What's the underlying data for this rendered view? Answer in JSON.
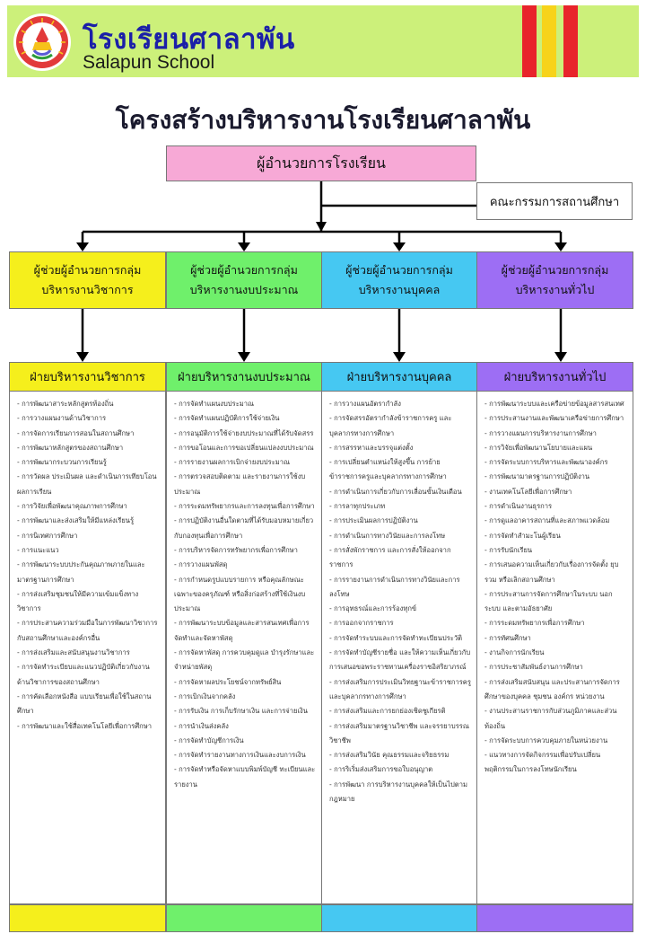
{
  "header": {
    "school_name_th": "โรงเรียนศาลาพัน",
    "school_name_en": "Salapun School",
    "banner_color": "#ccf07a",
    "stripes": [
      "#e8242b",
      "#f7d31a",
      "#e8242b"
    ]
  },
  "title": "โครงสร้างบริหารงานโรงเรียนศาลาพัน",
  "director": {
    "label": "ผู้อำนวยการโรงเรียน",
    "color": "#f7a9d6"
  },
  "committee": {
    "label": "คณะกรรมการสถานศึกษา"
  },
  "assistants": [
    {
      "line1": "ผู้ช่วยผู้อำนวยการกลุ่ม",
      "line2": "บริหารงานวิชาการ",
      "color": "#f5ef1c"
    },
    {
      "line1": "ผู้ช่วยผู้อำนวยการกลุ่ม",
      "line2": "บริหารงานงบประมาณ",
      "color": "#6ff06b"
    },
    {
      "line1": "ผู้ช่วยผู้อำนวยการกลุ่ม",
      "line2": "บริหารงานบุคคล",
      "color": "#46c8f2"
    },
    {
      "line1": "ผู้ช่วยผู้อำนวยการกลุ่ม",
      "line2": "บริหารงานทั่วไป",
      "color": "#9d6ef4"
    }
  ],
  "divisions": [
    {
      "title": "ฝ่ายบริหารงานวิชาการ",
      "color": "#f5ef1c",
      "items": [
        "- การพัฒนาสาระหลักสูตรท้องถิ่น",
        "- การวางแผนงานด้านวิชาการ",
        "- การจัดการเรียนการสอนในสถานศึกษา",
        "- การพัฒนาหลักสูตรของสถานศึกษา",
        "- การพัฒนากระบวนการเรียนรู้",
        "- การวัดผล ประเมินผล และดำเนินการเทียบโอนผลการเรียน",
        "- การวิจัยเพื่อพัฒนาคุณภาพการศึกษา",
        "- การพัฒนาและส่งเสริมให้มีแหล่งเรียนรู้",
        "- การนิเทศการศึกษา",
        "- การแนะแนว",
        "- การพัฒนาระบบประกันคุณภาพภายในและมาตรฐานการศึกษา",
        "- การส่งเสริมชุมชนให้มีความเข้มแข็งทางวิชาการ",
        "- การประสานความร่วมมือในการพัฒนาวิชาการกับสถานศึกษาและองค์กรอื่น",
        "- การส่งเสริมและสนับสนุนงานวิชาการ",
        "- การจัดทำระเบียบและแนวปฏิบัติเกี่ยวกับงานด้านวิชาการของสถานศึกษา",
        "- การคัดเลือกหนังสือ แบบเรียนเพื่อใช้ในสถานศึกษา",
        "- การพัฒนาและใช้สื่อเทคโนโลยีเพื่อการศึกษา"
      ]
    },
    {
      "title": "ฝ่ายบริหารงานงบประมาณ",
      "color": "#6ff06b",
      "items": [
        "- การจัดทำแผนงบประมาณ",
        "- การจัดทำแผนปฏิบัติการใช้จ่ายเงิน",
        "- การอนุมัติการใช้จ่ายงบประมาณที่ได้รับจัดสรร",
        "- การขอโอนและการขอเปลี่ยนแปลงงบประมาณ",
        "- การรายงานผลการเบิกจ่ายงบประมาณ",
        "- การตรวจสอบติดตาม และรายงานการใช้งบประมาณ",
        "- การระดมทรัพยากรและการลงทุนเพื่อการศึกษา",
        "- การปฏิบัติงานอื่นใดตามที่ได้รับมอบหมายเกี่ยวกับกองทุนเพื่อการศึกษา",
        "- การบริหารจัดการทรัพยากรเพื่อการศึกษา",
        "- การวางแผนพัสดุ",
        "- การกำหนดรูปแบบรายการ หรือคุณลักษณะเฉพาะของครุภัณฑ์ หรือสิ่งก่อสร้างที่ใช้เงินงบประมาณ",
        "- การพัฒนาระบบข้อมูลและสารสนเทศเพื่อการจัดทำและจัดหาพัสดุ",
        "- การจัดหาพัสดุ การควบคุมดูแล บำรุงรักษาและจำหน่ายพัสดุ",
        "- การจัดหาผลประโยชน์จากทรัพย์สิน",
        "- การเบิกเงินจากคลัง",
        "- การรับเงิน การเก็บรักษาเงิน และการจ่ายเงิน",
        "- การนำเงินส่งคลัง",
        "- การจัดทำบัญชีการเงิน",
        "- การจัดทำรายงานทางการเงินและงบการเงิน",
        "- การจัดทำหรือจัดหาแบบพิมพ์บัญชี ทะเบียนและรายงาน"
      ]
    },
    {
      "title": "ฝ่ายบริหารงานบุคคล",
      "color": "#46c8f2",
      "items": [
        "- การวางแผนอัตรากำลัง",
        "- การจัดสรรอัตรากำลังข้าราชการครู และบุคลากรทางการศึกษา",
        "- การสรรหาและบรรจุแต่งตั้ง",
        "- การเปลี่ยนตำแหน่งให้สูงขึ้น การย้ายข้าราชการครูและบุคลากรทางการศึกษา",
        "- การดำเนินการเกี่ยวกับการเลื่อนขั้นเงินเดือน",
        "- การลาทุกประเภท",
        "- การประเมินผลการปฏิบัติงาน",
        "- การดำเนินการทางวินัยและการลงโทษ",
        "- การสั่งพักราชการ และการสั่งให้ออกจากราชการ",
        "- การรายงานการดำเนินการทางวินัยและการลงโทษ",
        "- การอุทธรณ์และการร้องทุกข์",
        "- การออกจากราชการ",
        "- การจัดทำระบบและการจัดทำทะเบียนประวัติ",
        "- การจัดทำบัญชีรายชื่อ และให้ความเห็นเกี่ยวกับการเสนอขอพระราชทานเครื่องราชอิสริยาภรณ์",
        "- การส่งเสริมการประเมินวิทยฐานะข้าราชการครูและบุคลากรทางการศึกษา",
        "- การส่งเสริมและการยกย่องเชิดชูเกียรติ",
        "- การส่งเสริมมาตรฐานวิชาชีพ และจรรยาบรรณวิชาชีพ",
        "- การส่งเสริมวินัย คุณธรรมและจริยธรรม",
        "- การริเริ่มส่งเสริมการขอใบอนุญาต",
        "- การพัฒนา การบริหารงานบุคคลให้เป็นไปตามกฎหมาย"
      ]
    },
    {
      "title": "ฝ่ายบริหารงานทั่วไป",
      "color": "#9d6ef4",
      "items": [
        "- การพัฒนาระบบและเครือข่ายข้อมูลสารสนเทศ",
        "- การประสานงานและพัฒนาเครือข่ายการศึกษา",
        "- การวางแผนการบริหารงานการศึกษา",
        "- การวิจัยเพื่อพัฒนานโยบายและแผน",
        "- การจัดระบบการบริหารและพัฒนาองค์กร",
        "- การพัฒนามาตรฐานการปฏิบัติงาน",
        "- งานเทคโนโลยีเพื่อการศึกษา",
        "- การดำเนินงานธุรการ",
        "- การดูแลอาคารสถานที่และสภาพแวดล้อม",
        "- การจัดทำสำมะโนผู้เรียน",
        "- การรับนักเรียน",
        "- การเสนอความเห็นเกี่ยวกับเรื่องการจัดตั้ง ยุบ รวม หรือเลิกสถานศึกษา",
        "- การประสานการจัดการศึกษาในระบบ นอกระบบ และตามอัธยาศัย",
        "- การระดมทรัพยากรเพื่อการศึกษา",
        "- การทัศนศึกษา",
        "- งานกิจการนักเรียน",
        "- การประชาสัมพันธ์งานการศึกษา",
        "- การส่งเสริมสนับสนุน และประสานการจัดการศึกษาของบุคคล ชุมชน องค์กร หน่วยงาน",
        "- งานประสานราชการกับส่วนภูมิภาคและส่วนท้องถิ่น",
        "- การจัดระบบการควบคุมภายในหน่วยงาน",
        "- แนวทางการจัดกิจกรรมเพื่อปรับเปลี่ยนพฤติกรรมในการลงโทษนักเรียน"
      ]
    }
  ]
}
